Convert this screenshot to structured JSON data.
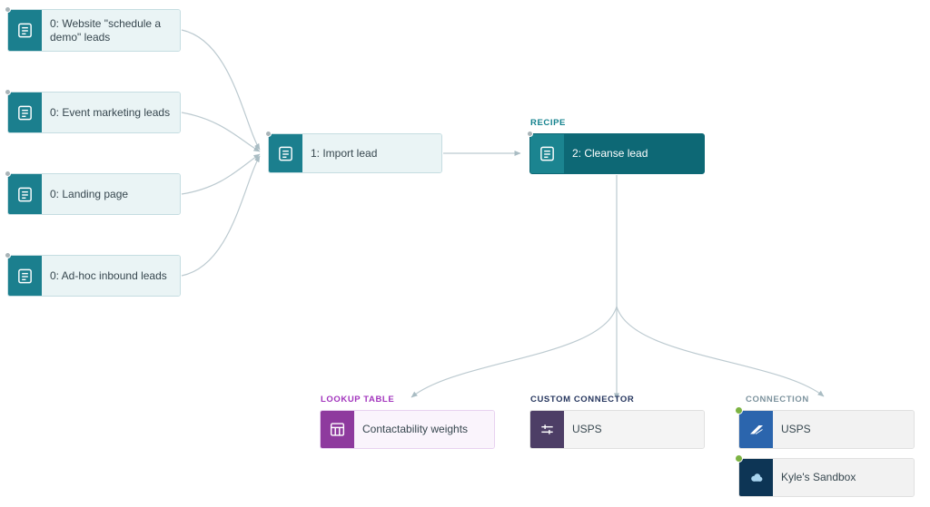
{
  "diagram": {
    "sources": [
      {
        "label": "0: Website \"schedule a demo\" leads"
      },
      {
        "label": "0: Event marketing leads"
      },
      {
        "label": "0: Landing page"
      },
      {
        "label": "0: Ad-hoc inbound leads"
      }
    ],
    "import_node": {
      "label": "1: Import lead"
    },
    "recipe_node": {
      "category": "RECIPE",
      "label": "2: Cleanse lead"
    },
    "lookup_node": {
      "category": "LOOKUP TABLE",
      "label": "Contactability weights"
    },
    "custom_connector_node": {
      "category": "CUSTOM CONNECTOR",
      "label": "USPS"
    },
    "connection_group": {
      "category": "CONNECTION",
      "items": [
        {
          "label": "USPS",
          "status": "connected"
        },
        {
          "label": "Kyle's Sandbox",
          "status": "connected"
        }
      ]
    }
  },
  "icons": {
    "source": "document-icon",
    "lookup": "table-grid-icon",
    "custom_connector": "connector-lines-icon",
    "usps": "usps-eagle-logo-icon",
    "salesforce": "salesforce-cloud-logo-icon"
  },
  "colors": {
    "teal_icon": "#1b7f8e",
    "teal_body": "#eaf4f5",
    "selected_body": "#0d6875",
    "selected_icon": "#1b8490",
    "lookup_icon": "#8e3a9e",
    "lookup_body": "#faf4fc",
    "connector_icon": "#4d3e66",
    "gray_body": "#f4f4f4",
    "recipe_label": "#12818d",
    "lookup_label": "#a234bd",
    "connector_label": "#27375f",
    "connection_label": "#7d939e",
    "status_green": "#7cb342",
    "status_gray": "#a9b4b8",
    "wire": "#bccad0"
  }
}
